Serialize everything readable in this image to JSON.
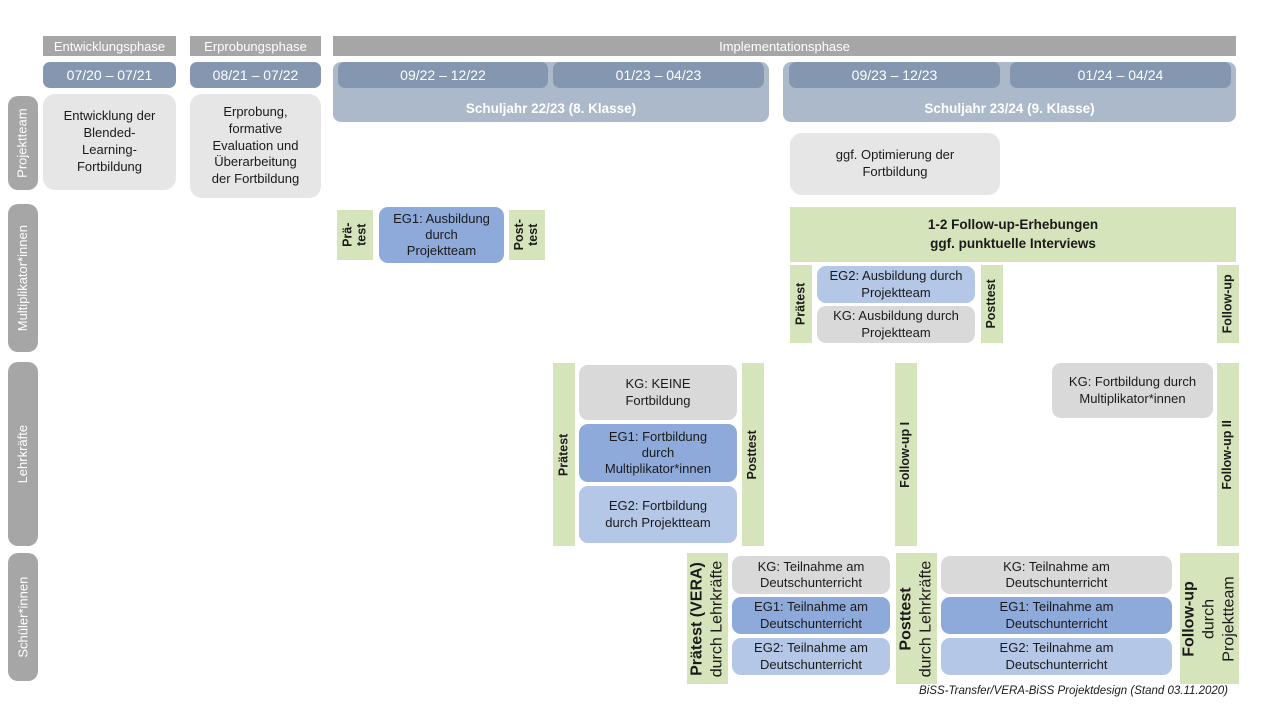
{
  "colors": {
    "phase_gray": "#a6a6a6",
    "date_blue": "#8496b0",
    "year_blue": "#acb9ca",
    "box_gray": "#e7e6e6",
    "kg_gray": "#d9d9d9",
    "eg1_blue": "#8eaadb",
    "eg2_blue": "#b4c7e7",
    "green": "#d6e4bc"
  },
  "phases": {
    "entwicklung": "Entwicklungsphase",
    "erprobung": "Erprobungsphase",
    "implementation": "Implementationsphase"
  },
  "dates": [
    "07/20 – 07/21",
    "08/21 – 07/22",
    "09/22 – 12/22",
    "01/23 – 04/23",
    "09/23 – 12/23",
    "01/24 – 04/24"
  ],
  "school_years": {
    "y2223": "Schuljahr 22/23 (8. Klasse)",
    "y2324": "Schuljahr 23/24 (9. Klasse)"
  },
  "row_labels": [
    "Projektteam",
    "Multiplikator*innen",
    "Lehrkräfte",
    "Schüler*innen"
  ],
  "projektteam": {
    "entwicklung_box": "Entwicklung der\nBlended-\nLearning-\nFortbildung",
    "erprobung_box": "Erprobung,\nformative\nEvaluation und\nÜberarbeitung\nder Fortbildung",
    "optimierung_box": "ggf. Optimierung der\nFortbildung"
  },
  "multiplikatoren": {
    "praetest_short": "Prä-\ntest",
    "eg1_box": "EG1: Ausbildung\ndurch\nProjektteam",
    "posttest_short": "Post-\ntest",
    "followup_bar": "1-2 Follow-up-Erhebungen\nggf. punktuelle Interviews",
    "praetest": "Prätest",
    "eg2_box": "EG2: Ausbildung durch\nProjektteam",
    "kg_box": "KG: Ausbildung durch\nProjektteam",
    "posttest": "Posttest",
    "followup": "Follow-up"
  },
  "lehrkraefte": {
    "praetest": "Prätest",
    "kg_box": "KG: KEINE\nFortbildung",
    "eg1_box": "EG1: Fortbildung\ndurch\nMultiplikator*innen",
    "eg2_box": "EG2: Fortbildung\ndurch Projektteam",
    "posttest": "Posttest",
    "followup1": "Follow-up I",
    "kg2_box": "KG: Fortbildung durch\nMultiplikator*innen",
    "followup2": "Follow-up II"
  },
  "schueler": {
    "praetest_bold": "Prätest (VERA)",
    "praetest_sub": "durch Lehrkräfte",
    "kg_box": "KG: Teilnahme am\nDeutschunterricht",
    "eg1_box": "EG1: Teilnahme am\nDeutschunterricht",
    "eg2_box": "EG2: Teilnahme am\nDeutschunterricht",
    "posttest_bold": "Posttest",
    "posttest_sub": "durch Lehrkräfte",
    "kg2_box": "KG: Teilnahme am\nDeutschunterricht",
    "eg1b_box": "EG1: Teilnahme am\nDeutschunterricht",
    "eg2b_box": "EG2: Teilnahme am\nDeutschunterricht",
    "followup_bold": "Follow-up",
    "followup_sub": "durch\nProjektteam"
  },
  "caption": "BiSS-Transfer/VERA-BiSS Projektdesign (Stand 03.11.2020)"
}
